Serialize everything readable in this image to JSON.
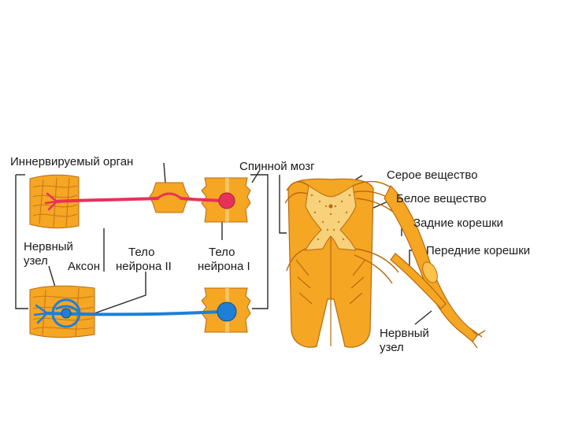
{
  "labels": {
    "innervated_organ": "Иннервируемый орган",
    "spinal_cord": "Спинной мозг",
    "gray_matter": "Серое вещество",
    "white_matter": "Белое вещество",
    "dorsal_roots": "Задние корешки",
    "ventral_roots": "Передние корешки",
    "ganglion_left_1": "Нервный",
    "ganglion_left_2": "узел",
    "axon": "Аксон",
    "body_neuron2_1": "Тело",
    "body_neuron2_2": "нейрона II",
    "body_neuron1_1": "Тело",
    "body_neuron1_2": "нейрона I",
    "ganglion_right_1": "Нервный",
    "ganglion_right_2": "узел"
  },
  "colors": {
    "tissue_orange": "#f5a623",
    "tissue_light": "#ffc24a",
    "gray_matter_fill": "#f7d27a",
    "muscle_stripe": "#c8781a",
    "neuron_red": "#e8315a",
    "neuron_blue": "#1e7fd8",
    "line_dark": "#2a2a2a",
    "outline_brown": "#b86a10"
  }
}
